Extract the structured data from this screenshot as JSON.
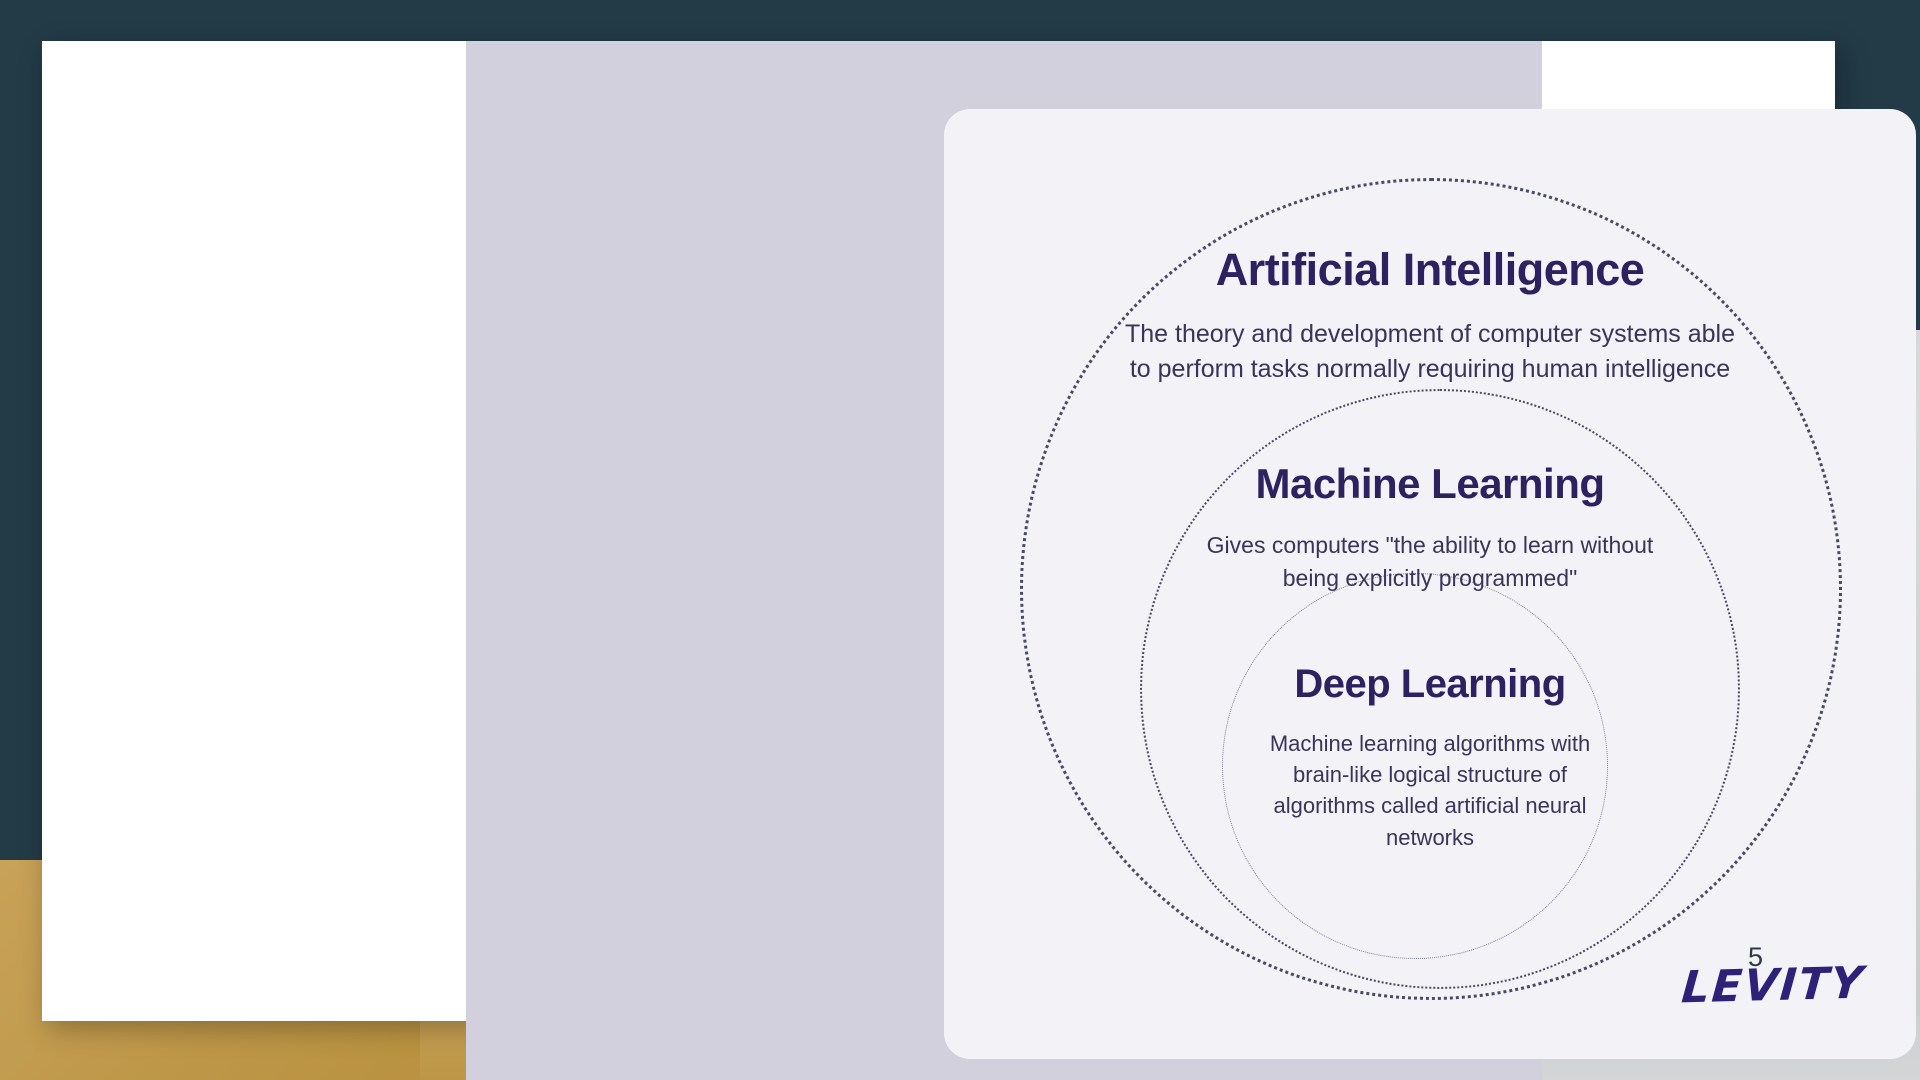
{
  "slide": {
    "page_number": "5",
    "brand_logo": "LEVITY",
    "colors": {
      "heading": "#2d2160",
      "body_text": "#3a3458",
      "card_background": "#f2f2f7",
      "panel_background": "#d2d0dd",
      "sheet_background": "#ffffff",
      "desk_background": "#223b47",
      "accent_gold": "#bd9647",
      "circle_stroke": "#4a4a63"
    },
    "diagram": {
      "type": "concentric-venn",
      "layers": [
        {
          "id": "artificial-intelligence",
          "title": "Artificial Intelligence",
          "description": "The theory and development of computer systems able to perform tasks normally requiring human intelligence",
          "circle_style": "dotted"
        },
        {
          "id": "machine-learning",
          "title": "Machine Learning",
          "description": "Gives computers \"the ability to learn without being explicitly programmed\"",
          "circle_style": "dotted"
        },
        {
          "id": "deep-learning",
          "title": "Deep Learning",
          "description": "Machine learning algorithms with brain-like logical structure of algorithms called artificial neural networks",
          "circle_style": "dotted"
        }
      ]
    }
  }
}
